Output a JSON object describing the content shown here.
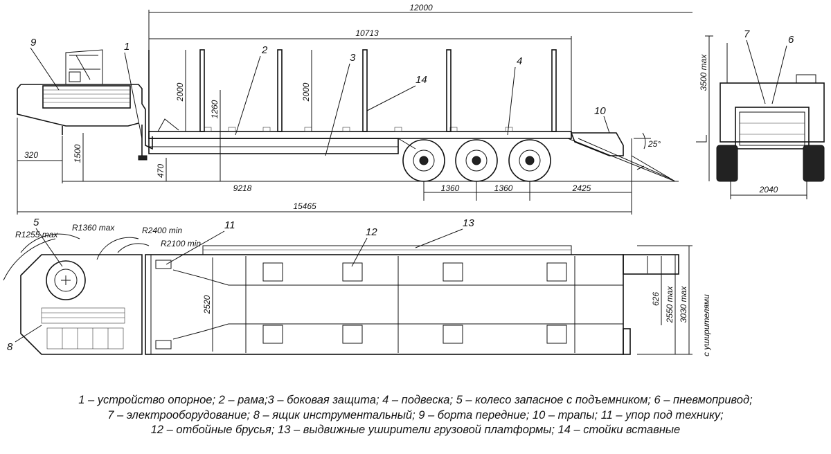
{
  "dimensions": {
    "overall_length_top": "12000",
    "platform_length": "10713",
    "stake_height_1": "2000",
    "stake_height_2": "2000",
    "deck_height": "1260",
    "front_height": "1500",
    "front_overhang": "320",
    "ground_clearance": "470",
    "wheelbase_to_axle": "9218",
    "axle_spacing_1": "1360",
    "axle_spacing_2": "1360",
    "rear_overhang": "2425",
    "total_length": "15465",
    "height_max": "3500 max",
    "track_width": "2040",
    "radius_1255": "R1255 max",
    "radius_1360": "R1360 max",
    "radius_2400": "R2400 min",
    "radius_2100": "R2100 min",
    "inner_width": "2520",
    "ramp_width": "626",
    "width_max": "2550 max",
    "width_extended": "3030 max",
    "width_extended_note": "с уширителями",
    "ramp_angle": "25°"
  },
  "callouts": {
    "c1": "1",
    "c2": "2",
    "c3": "3",
    "c4": "4",
    "c5": "5",
    "c6": "6",
    "c7": "7",
    "c8": "8",
    "c9": "9",
    "c10": "10",
    "c11": "11",
    "c12": "12",
    "c13": "13",
    "c14": "14"
  },
  "legend": {
    "line1": "1 – устройство опорное; 2 – рама;3 – боковая защита; 4 – подвеска; 5 – колесо запасное с подъемником; 6 – пневмопривод;",
    "line2": "7 – электрооборудование; 8 – ящик инструментальный; 9 – борта передние; 10 – трапы; 11 – упор под технику;",
    "line3": "12 – отбойные брусья; 13 – выдвижные уширители грузовой платформы; 14 – стойки вставные"
  }
}
